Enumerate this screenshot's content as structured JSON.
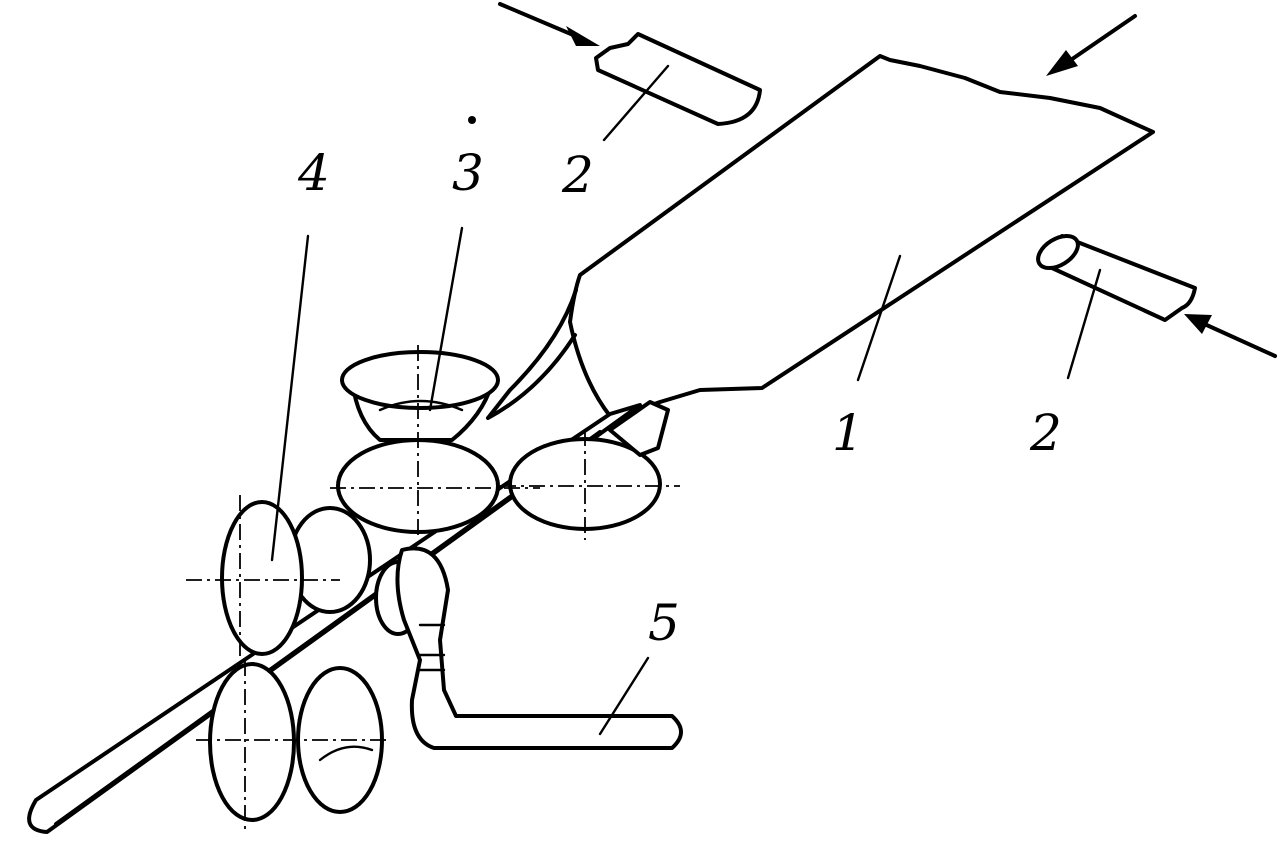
{
  "labels": {
    "strip": "1",
    "edge_tool_top": "2",
    "edge_tool_right": "2",
    "roller_pair_upper": "3",
    "roller_pair_lower": "4",
    "guide": "5"
  },
  "colors": {
    "ink": "#000000",
    "paper": "#ffffff"
  }
}
